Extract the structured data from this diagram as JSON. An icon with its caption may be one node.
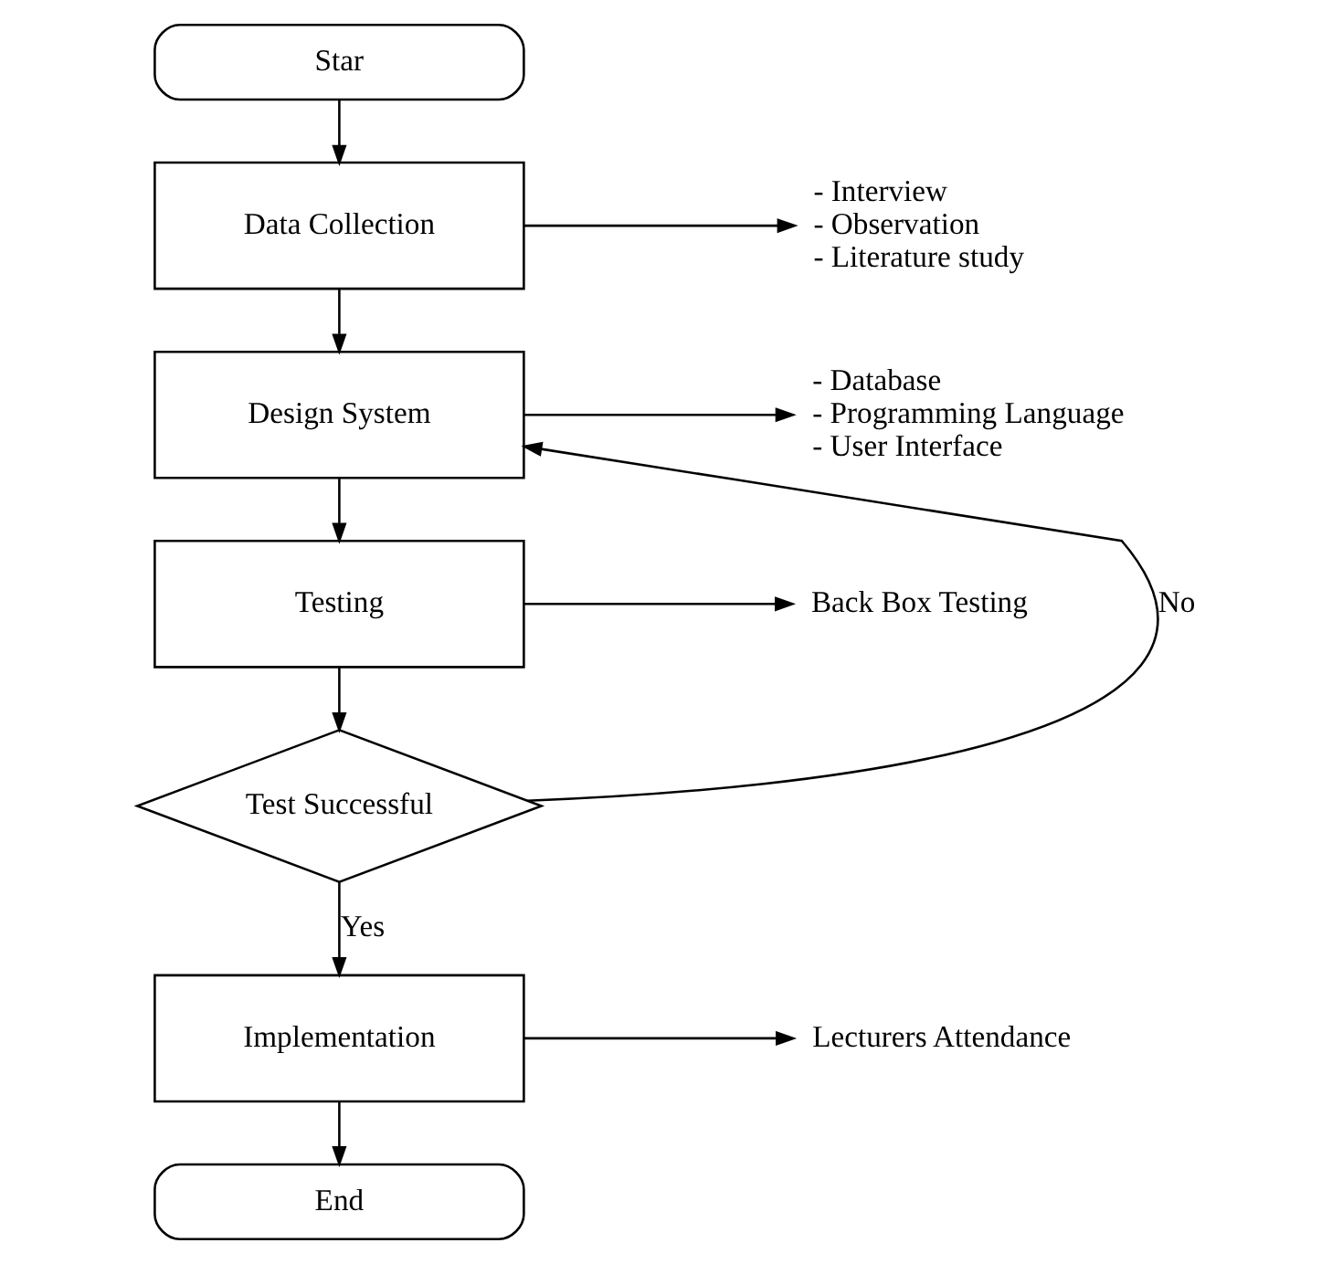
{
  "diagram": {
    "nodes": [
      {
        "text": [
          "Star"
        ]
      },
      {
        "text": [
          "Data Collection"
        ]
      },
      {
        "text": [
          "- Interview",
          "- Observation",
          "- Literature study"
        ]
      },
      {
        "text": [
          "Design System"
        ]
      },
      {
        "text": [
          "- Database",
          "- Programming Language",
          "- User Interface"
        ]
      },
      {
        "text": [
          "Testing"
        ]
      },
      {
        "text": [
          "Back Box Testing"
        ]
      },
      {
        "text": [
          "Test Successful"
        ]
      },
      {
        "text": [
          "Implementation"
        ]
      },
      {
        "text": [
          "Lecturers Attendance"
        ]
      },
      {
        "text": [
          "End"
        ]
      }
    ],
    "edges": [
      {
        "from": 0,
        "to": 1,
        "arrow": "to"
      },
      {
        "from": 1,
        "to": 2,
        "arrow": "to"
      },
      {
        "from": 1,
        "to": 3,
        "arrow": "to"
      },
      {
        "from": 3,
        "to": 4,
        "arrow": "to"
      },
      {
        "from": 3,
        "to": 5,
        "arrow": "to"
      },
      {
        "from": 5,
        "to": 6,
        "arrow": "to"
      },
      {
        "from": 5,
        "to": 7,
        "arrow": "to"
      },
      {
        "from": 7,
        "to": 3,
        "arrow": "to",
        "label": "No"
      },
      {
        "from": 7,
        "to": 8,
        "arrow": "to",
        "label": "Yes"
      },
      {
        "from": 8,
        "to": 9,
        "arrow": "to"
      },
      {
        "from": 8,
        "to": 10,
        "arrow": "to"
      }
    ]
  }
}
